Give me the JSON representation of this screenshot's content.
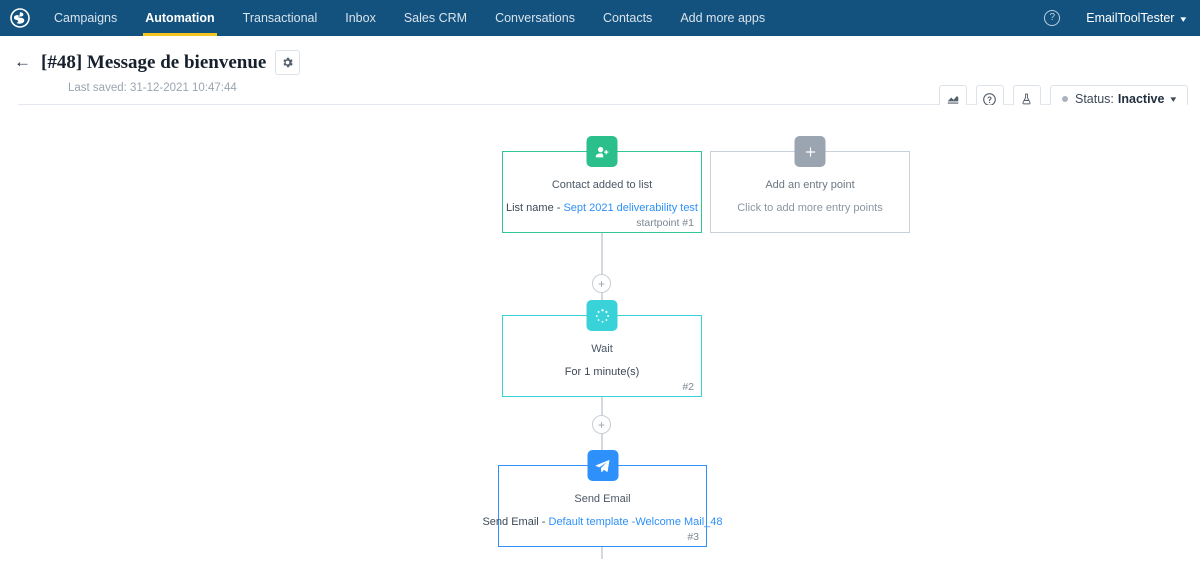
{
  "topnav": {
    "logo_icon": "pinwheel-logo-icon",
    "items": [
      {
        "label": "Campaigns",
        "active": false
      },
      {
        "label": "Automation",
        "active": true
      },
      {
        "label": "Transactional",
        "active": false
      },
      {
        "label": "Inbox",
        "active": false
      },
      {
        "label": "Sales CRM",
        "active": false
      },
      {
        "label": "Conversations",
        "active": false
      },
      {
        "label": "Contacts",
        "active": false
      },
      {
        "label": "Add more apps",
        "active": false
      }
    ],
    "help_icon": "question-mark-icon",
    "help_label": "?",
    "user": "EmailToolTester",
    "caret": "▾",
    "bg_color": "#13517e",
    "active_underline_color": "#f5c51f"
  },
  "header": {
    "back_icon": "back-arrow-icon",
    "back_glyph": "←",
    "title": "[#48] Message de bienvenue",
    "settings_icon": "gear-icon",
    "last_saved": "Last saved: 31-12-2021 10:47:44",
    "tools": [
      {
        "name": "statistics-icon",
        "title": "Statistics"
      },
      {
        "name": "help-icon",
        "title": "Help"
      },
      {
        "name": "ab-test-flask-icon",
        "title": "A/B test"
      }
    ],
    "status": {
      "label": "Status:",
      "value": "Inactive",
      "caret": "▾",
      "dot_color": "#aab4bf"
    }
  },
  "canvas": {
    "plus_glyph": "+",
    "nodes": [
      {
        "id": "startpoint-1",
        "icon": "contact-add-icon",
        "color": "#2fc795",
        "title": "Contact added to list",
        "sub_label": "List name - ",
        "sub_link": "Sept 2021 deliverability test",
        "tag": "startpoint #1"
      },
      {
        "id": "add-entry-point",
        "icon": "plus-icon",
        "color": "#9aa5b1",
        "title": "Add an entry point",
        "sub_label": "Click to add more entry points",
        "sub_link": "",
        "tag": ""
      },
      {
        "id": "wait-2",
        "icon": "clock-wait-icon",
        "color": "#3ad2d9",
        "title": "Wait",
        "sub_label": "For 1 minute(s)",
        "sub_link": "",
        "tag": "#2"
      },
      {
        "id": "send-email-3",
        "icon": "paper-plane-icon",
        "color": "#2e90fa",
        "title": "Send Email",
        "sub_label": "Send Email - ",
        "sub_link": "Default template -Welcome Mail_48",
        "tag": "#3"
      }
    ]
  }
}
